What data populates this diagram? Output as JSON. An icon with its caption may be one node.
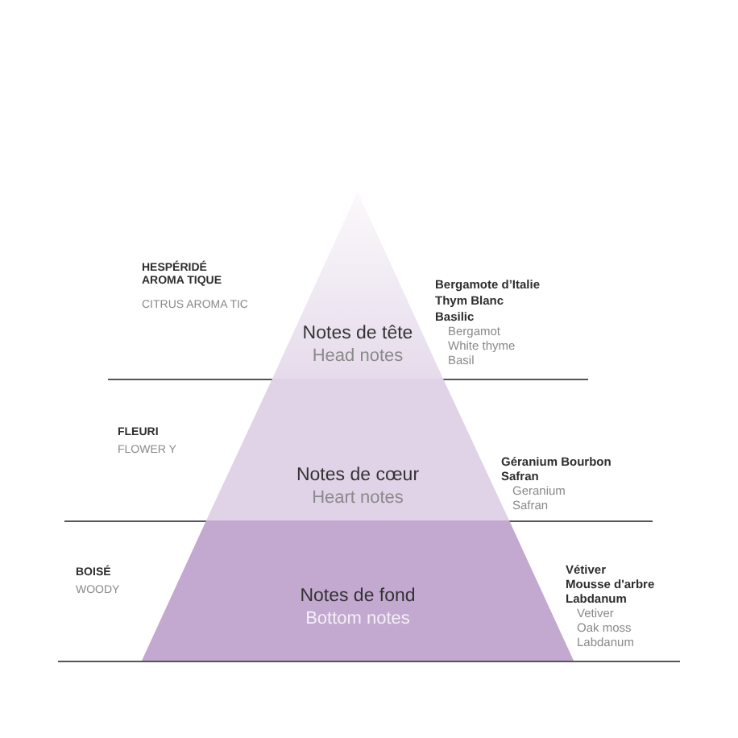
{
  "diagram": {
    "nodes": [
      {
        "text": [
          "Notes de tête",
          "Head notes"
        ],
        "beside": [
          "HESPÉRIDÉ AROMA TIQUE",
          "CITRUS AROMA TIC",
          "Bergamote d’Italie",
          "Thym Blanc",
          "Basilic",
          "Bergamot",
          "White thyme",
          "Basil"
        ]
      },
      {
        "text": [
          "Notes de cœur",
          "Heart notes"
        ],
        "beside": [
          "FLEURI",
          "FLOWER Y",
          "Géranium Bourbon",
          "Safran",
          "Geranium",
          "Safran"
        ]
      },
      {
        "text": [
          "Notes de fond",
          "Bottom notes"
        ],
        "beside": [
          "BOISÉ",
          "WOODY",
          "Vétiver",
          "Mousse d'arbre",
          "Labdanum",
          "Vetiver",
          "Oak moss",
          "Labdanum"
        ]
      }
    ]
  }
}
